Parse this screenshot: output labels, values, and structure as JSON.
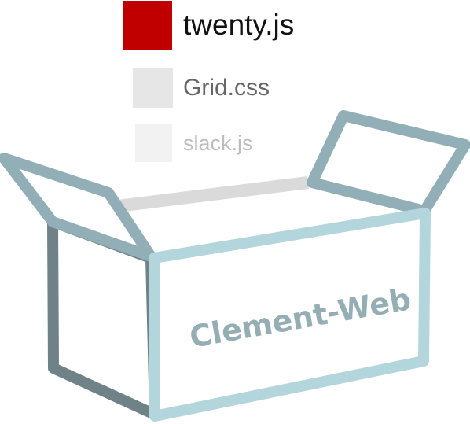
{
  "legend": {
    "items": [
      {
        "label": "twenty.js",
        "color": "#c00000",
        "text_color": "#111111"
      },
      {
        "label": "Grid.css",
        "color": "#e6e6e6",
        "text_color": "#666666"
      },
      {
        "label": "slack.js",
        "color": "#f2f2f2",
        "text_color": "#bdbdbd"
      }
    ]
  },
  "box": {
    "label": "Clement-Web",
    "colors": {
      "front": "#b3d5dc",
      "side": "#6f8288",
      "flaps": "#92aeb6",
      "back_rim": "#dadada",
      "label": "#94aeb4"
    }
  }
}
